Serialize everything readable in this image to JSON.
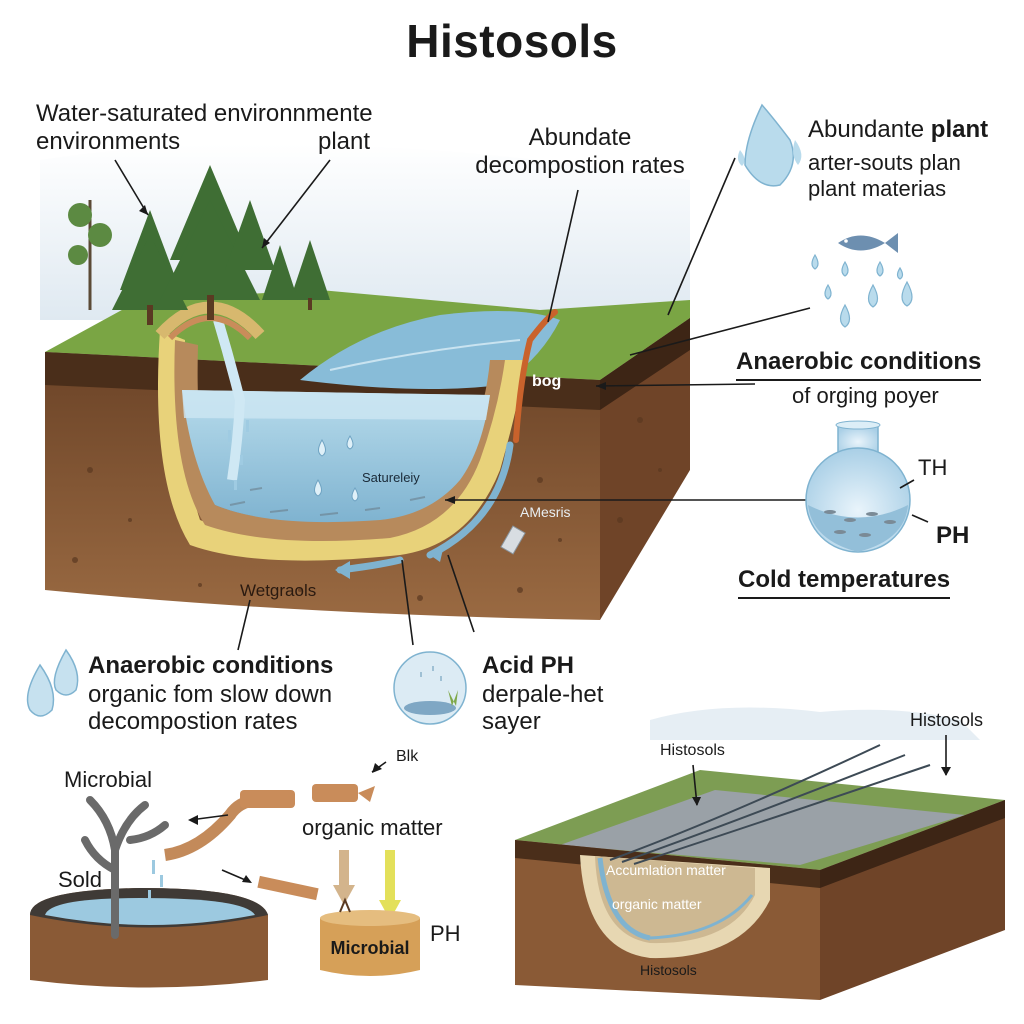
{
  "title": "Histosols",
  "main_scene": {
    "top_left_label_line1": "Water-saturated environnmente",
    "top_left_label_line2a": "environments",
    "top_left_label_line2b": "plant",
    "top_center_label_line1": "Abundate",
    "top_center_label_line2": "decompostion rates",
    "bog_label": "bog",
    "saturated_label": "Satureleiy",
    "amesris_label": "AMesris",
    "wetgraols_label": "Wetgraols"
  },
  "right_panel": {
    "abundant_line1_normal": "Abundante",
    "abundant_line1_bold": "plant",
    "abundant_line2": "arter-souts plan",
    "abundant_line3": "plant materias",
    "anaerobic_heading": "Anaerobic conditions",
    "anaerobic_sub": "of orging poyer",
    "flask_th": "TH",
    "flask_ph": "PH",
    "cold_heading": "Cold temperatures"
  },
  "middle_row": {
    "anaerobic_heading": "Anaerobic conditions",
    "anaerobic_line2": "organic fom slow down",
    "anaerobic_line3": "decompostion rates",
    "acid_heading": "Acid PH",
    "acid_line2": "derpale-het",
    "acid_line3": "sayer"
  },
  "bottom_left": {
    "microbial_top": "Microbial",
    "blk": "Blk",
    "organic_matter": "organic matter",
    "sold": "Sold",
    "microbial_box": "Microbial",
    "ph": "PH"
  },
  "bottom_right": {
    "histosols_top_right": "Histosols",
    "histosols_top_left": "Histosols",
    "accumulation": "Accumlation matter",
    "organic_matter": "organic matter",
    "histosols_bottom": "Histosols"
  },
  "colors": {
    "water": "#9cc9e0",
    "soil": "#8a5a36",
    "grass": "#6f9a3a",
    "peat": "#5a3a22",
    "sky": "#e6eef4"
  }
}
